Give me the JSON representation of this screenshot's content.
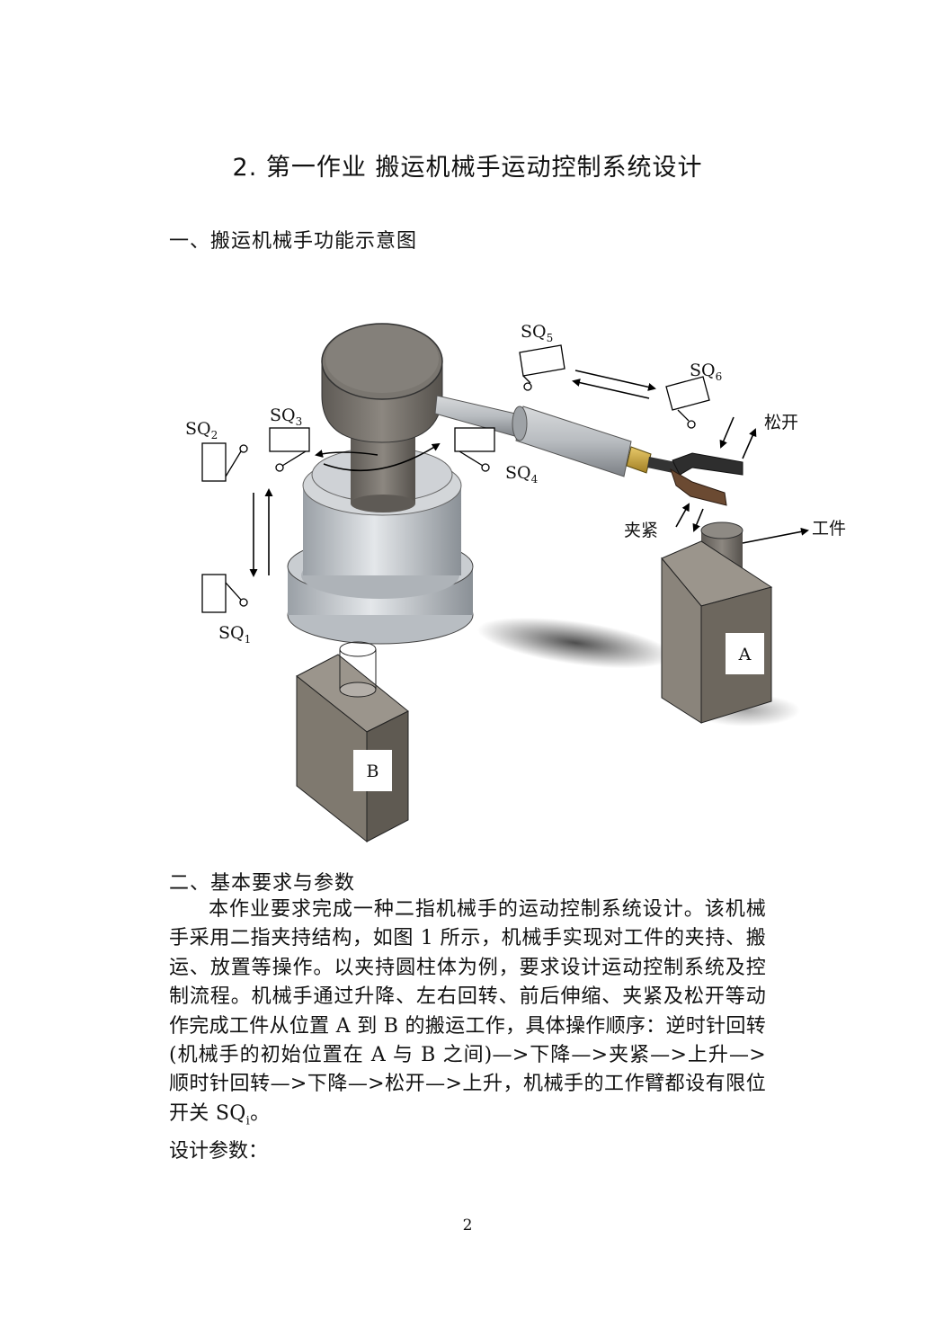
{
  "title": "2. 第一作业  搬运机械手运动控制系统设计",
  "section1": {
    "heading": "一、搬运机械手功能示意图"
  },
  "figure": {
    "switches": [
      {
        "base": "SQ",
        "sub": "1"
      },
      {
        "base": "SQ",
        "sub": "2"
      },
      {
        "base": "SQ",
        "sub": "3"
      },
      {
        "base": "SQ",
        "sub": "4"
      },
      {
        "base": "SQ",
        "sub": "5"
      },
      {
        "base": "SQ",
        "sub": "6"
      }
    ],
    "label_release": "松开",
    "label_clamp": "夹紧",
    "label_workpiece": "工件",
    "label_pos_a": "A",
    "label_pos_b": "B"
  },
  "section2": {
    "heading": "二、基本要求与参数",
    "paragraph": "本作业要求完成一种二指机械手的运动控制系统设计。该机械手采用二指夹持结构，如图 1 所示，机械手实现对工件的夹持、搬运、放置等操作。以夹持圆柱体为例，要求设计运动控制系统及控制流程。机械手通过升降、左右回转、前后伸缩、夹紧及松开等动作完成工件从位置 A 到 B 的搬运工作，具体操作顺序：逆时针回转(机械手的初始位置在 A 与 B 之间)—>下降—>夹紧—>上升—>顺时针回转—>下降—>松开—>上升，机械手的工作臂都设有限位开关 SQ",
    "para_sub": "i",
    "para_end": "。",
    "params_label": "设计参数："
  },
  "page_number": "2"
}
